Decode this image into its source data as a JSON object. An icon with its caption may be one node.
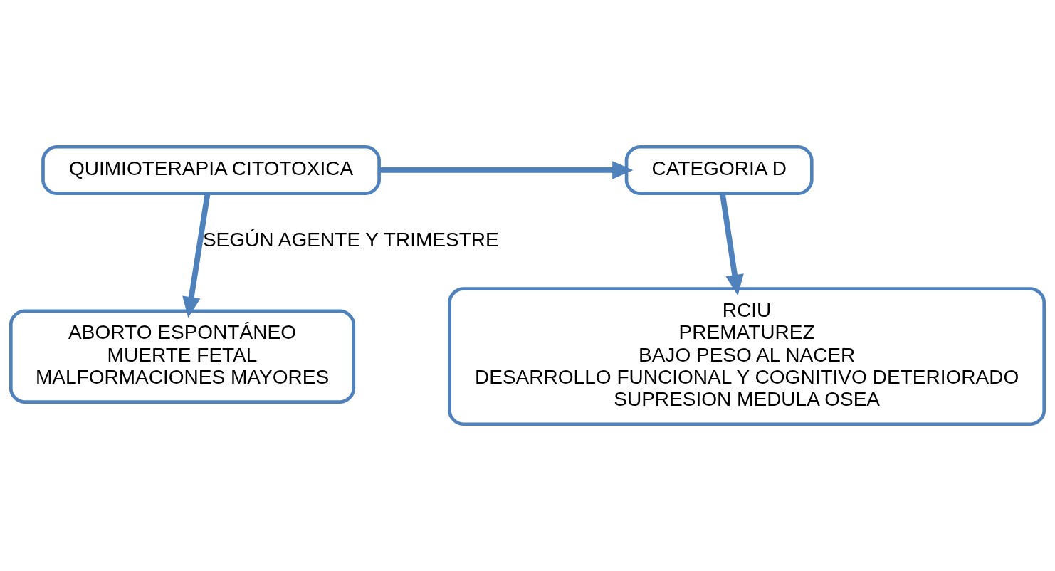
{
  "diagram": {
    "nodes": [
      {
        "text": [
          "QUIMIOTERAPIA CITOTOXICA"
        ]
      },
      {
        "text": [
          "CATEGORIA D"
        ]
      },
      {
        "text": [
          "RCIU",
          "PREMATUREZ",
          "BAJO PESO AL NACER",
          "DESARROLLO FUNCIONAL Y COGNITIVO DETERIORADO",
          "SUPRESION MEDULA OSEA"
        ]
      },
      {
        "text": [
          "ABORTO ESPONTÁNEO",
          "MUERTE FETAL",
          "MALFORMACIONES MAYORES"
        ]
      }
    ],
    "edges": [
      {
        "from": 0,
        "to": 1,
        "arrow": "to"
      },
      {
        "from": 1,
        "to": 2,
        "arrow": "to"
      },
      {
        "from": 0,
        "to": 3,
        "arrow": "to",
        "label": "SEGÚN AGENTE Y TRIMESTRE"
      }
    ]
  }
}
